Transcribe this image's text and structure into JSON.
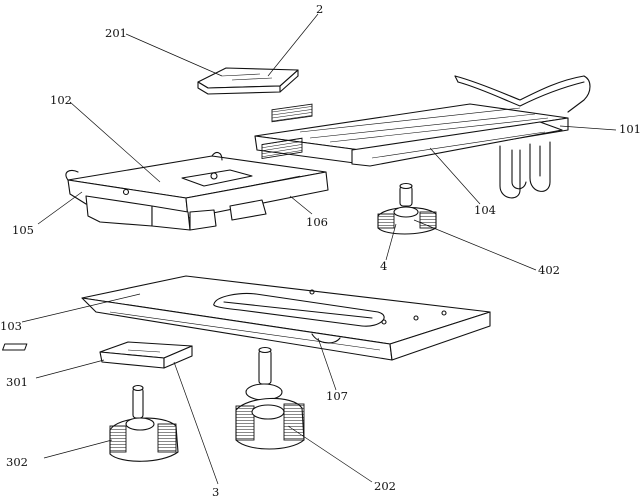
{
  "figure": {
    "labels": {
      "n2": "2",
      "n201": "201",
      "n102": "102",
      "n101": "101",
      "n105": "105",
      "n106": "106",
      "n104": "104",
      "n4": "4",
      "n402": "402",
      "n103": "103",
      "n301": "301",
      "n107": "107",
      "n302": "302",
      "n3": "3",
      "n202": "202"
    }
  }
}
